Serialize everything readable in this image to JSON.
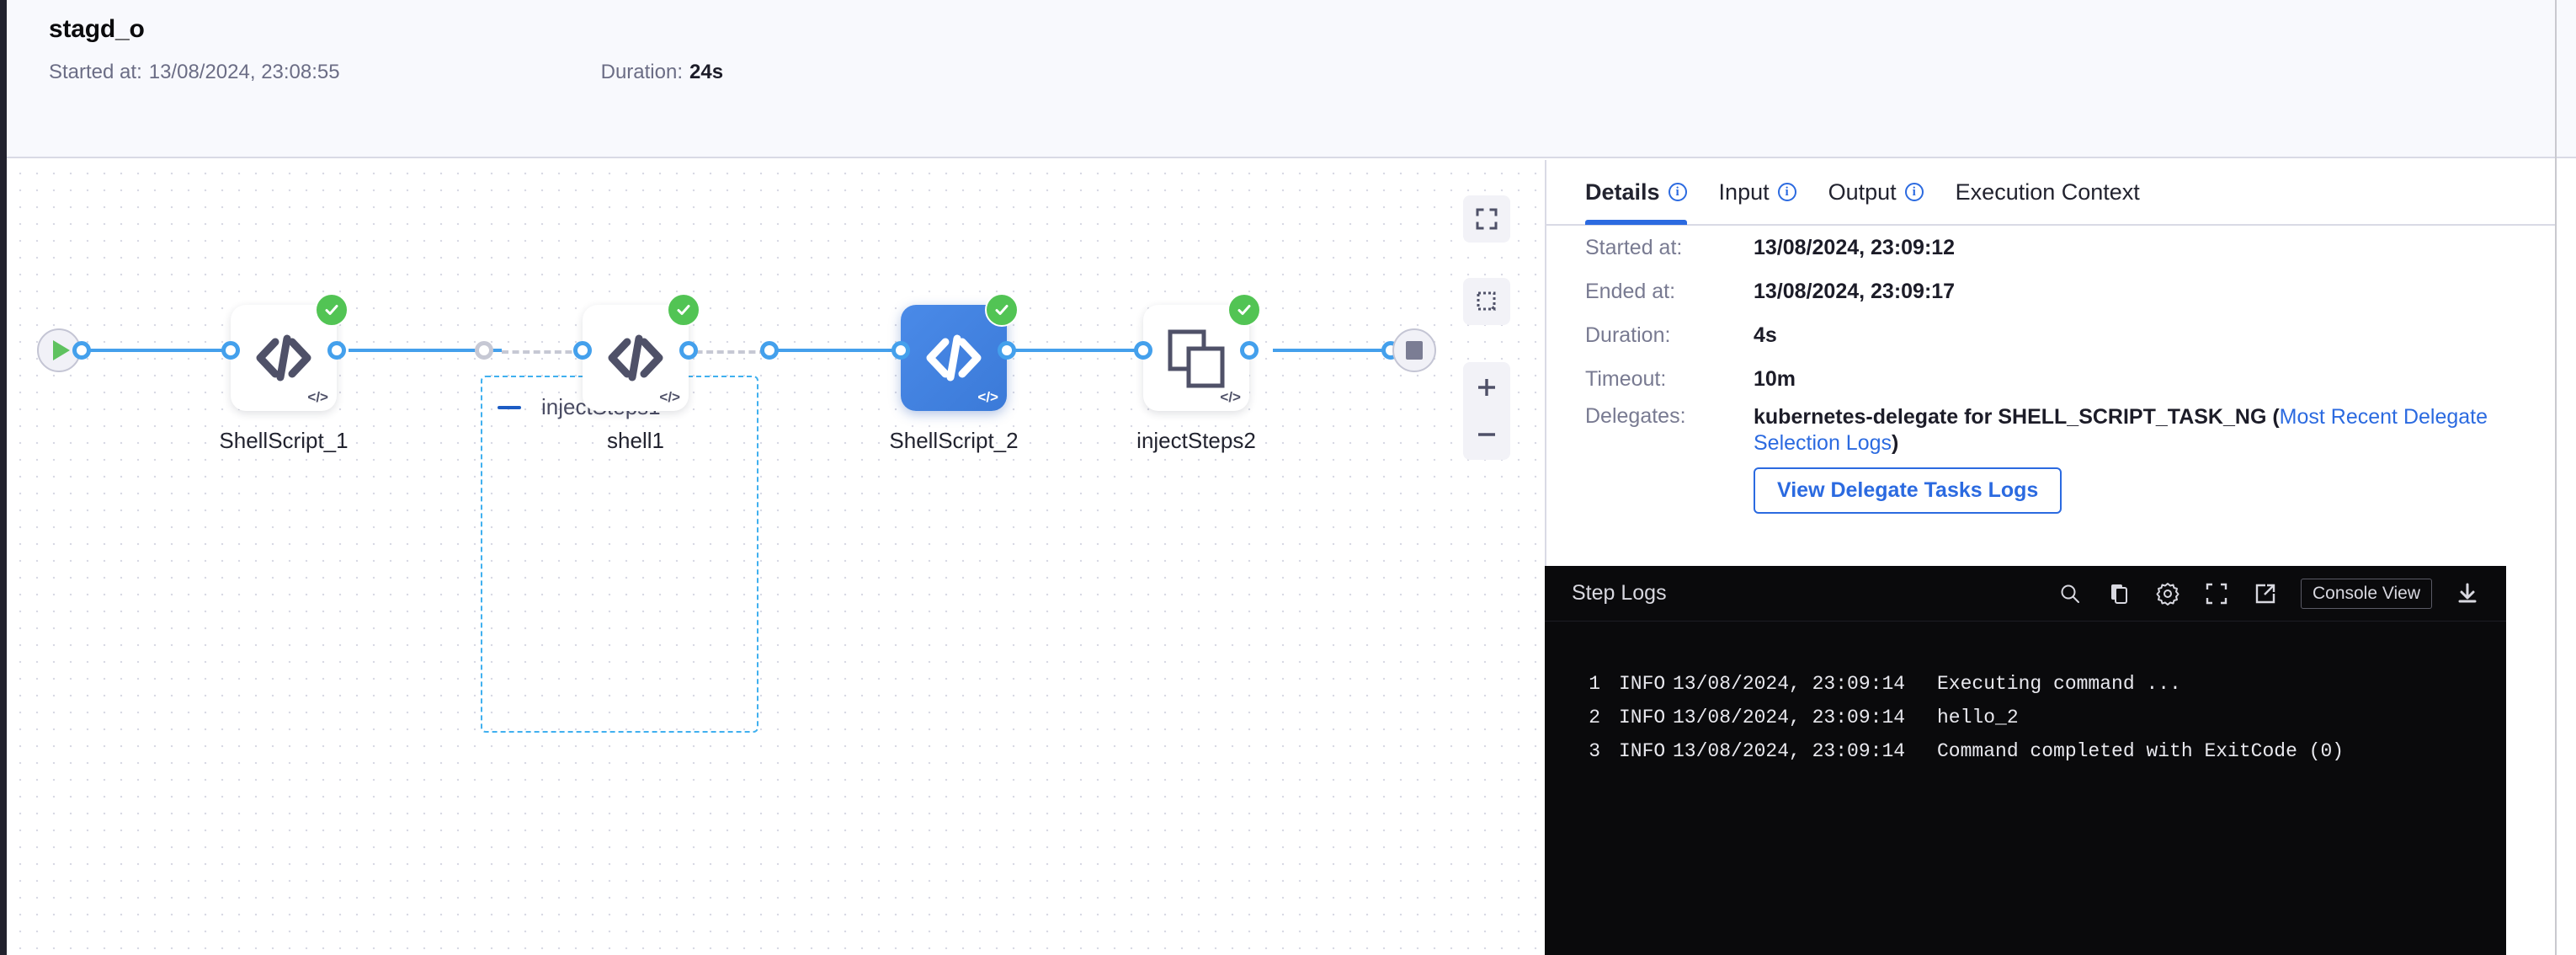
{
  "header": {
    "title": "stagd_o",
    "started_label": "Started at:",
    "started_value": "13/08/2024, 23:08:55",
    "duration_label": "Duration:",
    "duration_value": "24s"
  },
  "canvas": {
    "group": {
      "label": "injectSteps1",
      "collapse_icon": "minus-icon"
    },
    "nodes": [
      {
        "name": "ShellScript_1",
        "icon": "code-icon",
        "corner_icon": "code-small-icon",
        "status": "success",
        "selected": false
      },
      {
        "name": "shell1",
        "icon": "code-icon",
        "corner_icon": "code-small-icon",
        "status": "success",
        "selected": false
      },
      {
        "name": "ShellScript_2",
        "icon": "code-icon",
        "corner_icon": "code-small-icon",
        "status": "success",
        "selected": true
      },
      {
        "name": "injectSteps2",
        "icon": "copy-stack-icon",
        "corner_icon": "code-small-icon",
        "status": "success",
        "selected": false
      }
    ],
    "start_node_icon": "play-icon",
    "end_node_icon": "stop-icon",
    "controls": [
      {
        "name": "fit-to-screen",
        "icon": "expand-corners-icon"
      },
      {
        "name": "selection-marquee",
        "icon": "dashed-square-icon"
      },
      {
        "name": "zoom-in",
        "icon": "plus-icon"
      },
      {
        "name": "zoom-out",
        "icon": "minus-icon"
      }
    ],
    "accent_blue": "#44a0ec",
    "group_border_blue": "#40b0ef",
    "selected_node_blue": "#3b7ad8",
    "success_green": "#52c454"
  },
  "panel": {
    "tabs": [
      {
        "label": "Details",
        "has_info": true,
        "active": true
      },
      {
        "label": "Input",
        "has_info": true,
        "active": false
      },
      {
        "label": "Output",
        "has_info": true,
        "active": false
      },
      {
        "label": "Execution Context",
        "has_info": false,
        "active": false
      }
    ],
    "details": {
      "started_label": "Started at:",
      "started_value": "13/08/2024, 23:09:12",
      "ended_label": "Ended at:",
      "ended_value": "13/08/2024, 23:09:17",
      "duration_label": "Duration:",
      "duration_value": "4s",
      "timeout_label": "Timeout:",
      "timeout_value": "10m",
      "delegates_label": "Delegates:",
      "delegates_value": "kubernetes-delegate for SHELL_SCRIPT_TASK_NG (",
      "delegates_link": "Most Recent Delegate Selection Logs",
      "delegates_value_end": ")",
      "delegate_button": "View Delegate Tasks Logs"
    }
  },
  "logs": {
    "title": "Step Logs",
    "console_view_label": "Console View",
    "actions": [
      {
        "name": "search-icon"
      },
      {
        "name": "copy-icon"
      },
      {
        "name": "gear-icon"
      },
      {
        "name": "fullscreen-icon"
      },
      {
        "name": "external-link-icon"
      },
      {
        "name": "download-icon"
      }
    ],
    "lines": [
      {
        "num": "1",
        "level": "INFO",
        "time": "13/08/2024, 23:09:14",
        "message": "Executing command ..."
      },
      {
        "num": "2",
        "level": "INFO",
        "time": "13/08/2024, 23:09:14",
        "message": "hello_2"
      },
      {
        "num": "3",
        "level": "INFO",
        "time": "13/08/2024, 23:09:14",
        "message": "Command completed with ExitCode (0)"
      }
    ]
  }
}
